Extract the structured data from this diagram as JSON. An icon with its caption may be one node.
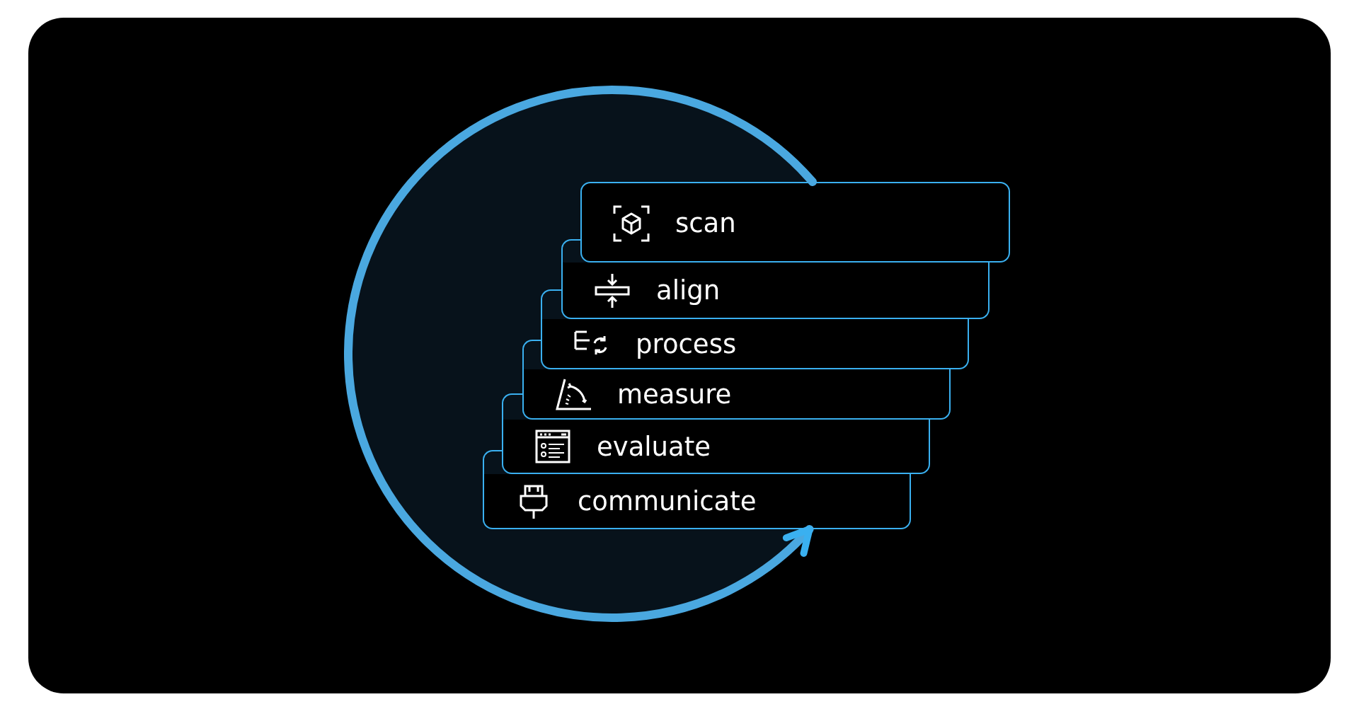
{
  "diagram": {
    "nodes": [
      {
        "text": [
          "scan"
        ]
      },
      {
        "text": [
          "align"
        ]
      },
      {
        "text": [
          "process"
        ]
      },
      {
        "text": [
          "measure"
        ]
      },
      {
        "text": [
          "evaluate"
        ]
      },
      {
        "text": [
          "communicate"
        ]
      }
    ],
    "edges": [
      {
        "from": 0,
        "to": 5,
        "arrow": "to"
      }
    ]
  }
}
